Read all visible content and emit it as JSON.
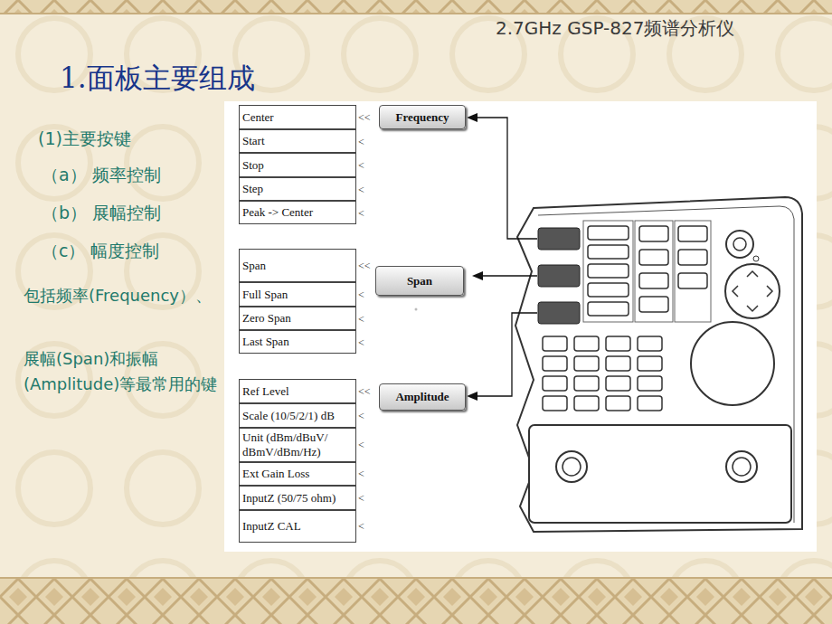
{
  "diagram": {
    "title": "1.面板主要组成",
    "nodes": [
      {
        "text": [
          "Center"
        ]
      },
      {
        "text": [
          "Start"
        ]
      },
      {
        "text": [
          "Stop"
        ]
      },
      {
        "text": [
          "Step"
        ]
      },
      {
        "text": [
          "Peak -> Center"
        ]
      },
      {
        "text": [
          "Frequency"
        ]
      },
      {
        "text": [
          "Span"
        ]
      },
      {
        "text": [
          "Full Span"
        ]
      },
      {
        "text": [
          "Zero Span"
        ]
      },
      {
        "text": [
          "Last Span"
        ]
      },
      {
        "text": [
          "Span"
        ]
      },
      {
        "text": [
          "Ref Level"
        ]
      },
      {
        "text": [
          "Scale (10/5/2/1) dB"
        ]
      },
      {
        "text": [
          "Unit (dBm/dBuV/ dBmV/dBm/Hz)"
        ]
      },
      {
        "text": [
          "Ext Gain Loss"
        ]
      },
      {
        "text": [
          "InputZ (50/75 ohm)"
        ]
      },
      {
        "text": [
          "InputZ CAL"
        ]
      },
      {
        "text": [
          "Amplitude"
        ]
      }
    ],
    "labels": [
      "2.7GHz GSP-827频谱分析仪",
      "(1)主要按键",
      "（a） 频率控制",
      "（b） 展幅控制",
      "（c） 幅度控制",
      "包括频率(Frequency）、",
      "展幅(Span)和振幅(Amplitude)等最常用的键",
      "<<",
      "<",
      "<",
      "<",
      "<",
      "<<",
      "<",
      "<",
      "<",
      "<<",
      "<",
      "<",
      "<",
      "<",
      "<"
    ]
  }
}
